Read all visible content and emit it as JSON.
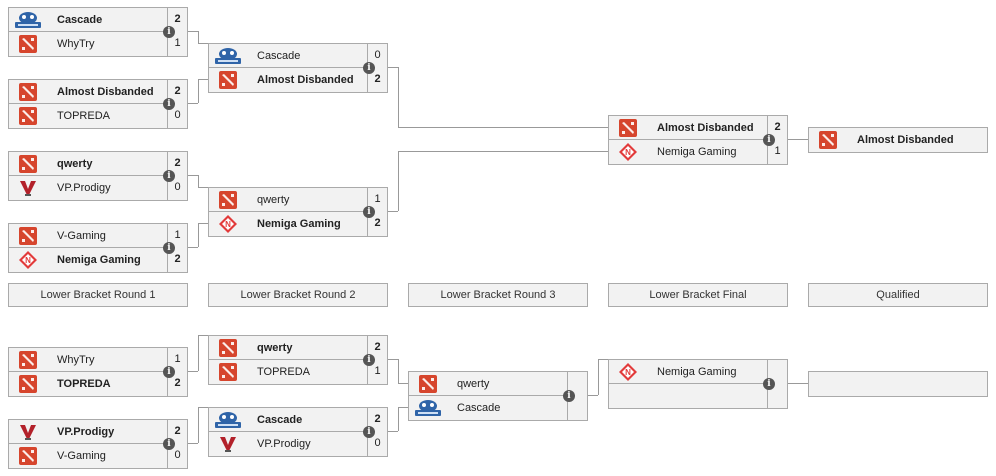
{
  "upper": {
    "r1": [
      {
        "t1": {
          "name": "Cascade",
          "score": "2",
          "logo": "cascade"
        },
        "t2": {
          "name": "WhyTry",
          "score": "1",
          "logo": "dota"
        },
        "winner": 1
      },
      {
        "t1": {
          "name": "Almost Disbanded",
          "score": "2",
          "logo": "dota"
        },
        "t2": {
          "name": "TOPREDA",
          "score": "0",
          "logo": "dota"
        },
        "winner": 1
      },
      {
        "t1": {
          "name": "qwerty",
          "score": "2",
          "logo": "dota"
        },
        "t2": {
          "name": "VP.Prodigy",
          "score": "0",
          "logo": "vp"
        },
        "winner": 1
      },
      {
        "t1": {
          "name": "V-Gaming",
          "score": "1",
          "logo": "dota"
        },
        "t2": {
          "name": "Nemiga Gaming",
          "score": "2",
          "logo": "nemiga"
        },
        "winner": 2
      }
    ],
    "r2": [
      {
        "t1": {
          "name": "Cascade",
          "score": "0",
          "logo": "cascade"
        },
        "t2": {
          "name": "Almost Disbanded",
          "score": "2",
          "logo": "dota"
        },
        "winner": 2
      },
      {
        "t1": {
          "name": "qwerty",
          "score": "1",
          "logo": "dota"
        },
        "t2": {
          "name": "Nemiga Gaming",
          "score": "2",
          "logo": "nemiga"
        },
        "winner": 2
      }
    ],
    "final": {
      "t1": {
        "name": "Almost Disbanded",
        "score": "2",
        "logo": "dota"
      },
      "t2": {
        "name": "Nemiga Gaming",
        "score": "1",
        "logo": "nemiga"
      },
      "winner": 1
    },
    "qualified": {
      "name": "Almost Disbanded",
      "logo": "dota"
    }
  },
  "headers": [
    "Lower Bracket Round 1",
    "Lower Bracket Round 2",
    "Lower Bracket Round 3",
    "Lower Bracket Final",
    "Qualified"
  ],
  "lower": {
    "r1": [
      {
        "t1": {
          "name": "WhyTry",
          "score": "1",
          "logo": "dota"
        },
        "t2": {
          "name": "TOPREDA",
          "score": "2",
          "logo": "dota"
        },
        "winner": 2
      },
      {
        "t1": {
          "name": "VP.Prodigy",
          "score": "2",
          "logo": "vp"
        },
        "t2": {
          "name": "V-Gaming",
          "score": "0",
          "logo": "dota"
        },
        "winner": 1
      }
    ],
    "r2": [
      {
        "t1": {
          "name": "qwerty",
          "score": "2",
          "logo": "dota"
        },
        "t2": {
          "name": "TOPREDA",
          "score": "1",
          "logo": "dota"
        },
        "winner": 1
      },
      {
        "t1": {
          "name": "Cascade",
          "score": "2",
          "logo": "cascade"
        },
        "t2": {
          "name": "VP.Prodigy",
          "score": "0",
          "logo": "vp"
        },
        "winner": 1
      }
    ],
    "r3": {
      "t1": {
        "name": "qwerty",
        "score": "",
        "logo": "dota"
      },
      "t2": {
        "name": "Cascade",
        "score": "",
        "logo": "cascade"
      },
      "winner": 0
    },
    "final": {
      "t1": {
        "name": "Nemiga Gaming",
        "score": "",
        "logo": "nemiga"
      },
      "t2": {
        "name": "",
        "score": "",
        "logo": ""
      },
      "winner": 0
    },
    "qualified": {
      "name": "",
      "logo": ""
    }
  },
  "info_glyph": "i",
  "colors": {
    "dota": "#d6452d",
    "vp": "#b3212a",
    "nemiga": "#e23a3a",
    "cascade": "#2f64a8",
    "connector": "#999999"
  }
}
